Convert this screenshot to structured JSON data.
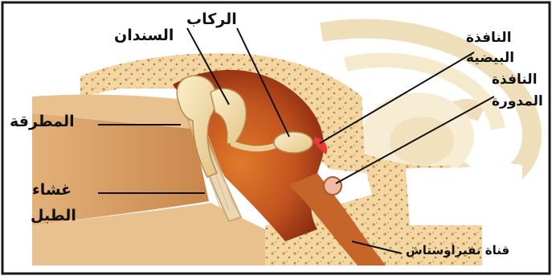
{
  "diagram": {
    "labels": {
      "stapes": "الركاب",
      "incus": "السندان",
      "malleus": "المطرقة",
      "eardrum_line1": "غشاء",
      "eardrum_line2": "الطبل",
      "oval_window_line1": "النافذة",
      "oval_window_line2": "البيضية",
      "round_window_line1": "النافذة",
      "round_window_line2": "المدورة",
      "eustachian_tube": "قناة نفيراوستاش"
    },
    "colors": {
      "frame": "#1a1a1a",
      "bone_fill": "#f3d7a3",
      "bone_spots": "#c98d54",
      "ear_canal": "#d9a56c",
      "middle_ear_cavity": "#b8421b",
      "ossicles": "#f6e4b4",
      "oval_window": "#e63a3a",
      "round_window": "#f1b9a0",
      "eardrum": "#ead7b3",
      "cochlea": "#f4e7c4",
      "leader_line": "#111111"
    }
  }
}
